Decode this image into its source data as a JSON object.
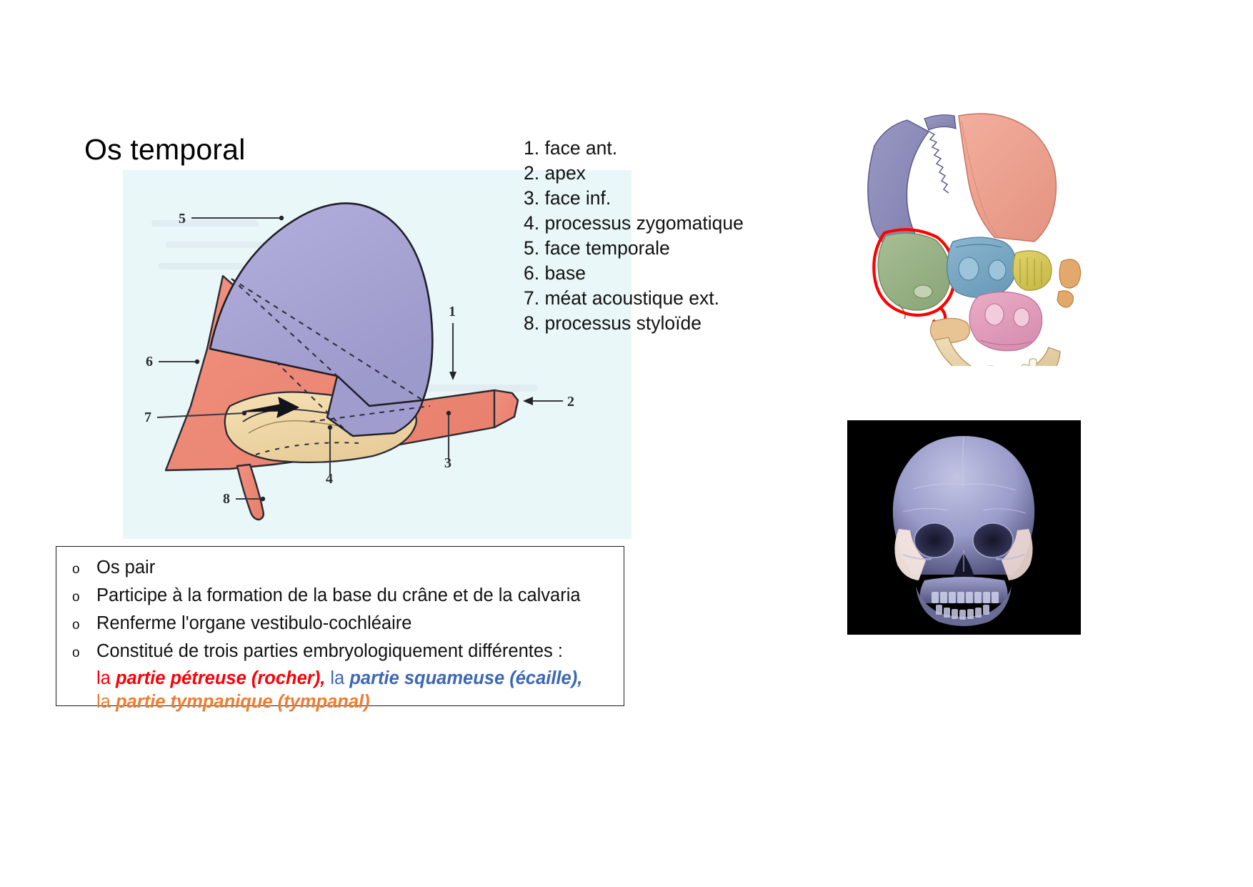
{
  "title": "Os temporal",
  "legend": {
    "items": [
      "1. face ant.",
      "2. apex",
      "3. face inf.",
      "4. processus zygomatique",
      "5. face temporale",
      "6. base",
      "7. méat acoustique ext.",
      "8. processus styloïde"
    ]
  },
  "figure": {
    "callout_numbers": [
      "1",
      "2",
      "3",
      "4",
      "5",
      "6",
      "7",
      "8"
    ],
    "background_color": "#e9f7f8",
    "squamous_color": "#a8a5d4",
    "petrous_color": "#ef8a78",
    "tympanic_color": "#f0d9a8"
  },
  "description": {
    "bullet_mark": "o",
    "bullets": [
      "Os pair",
      "Participe à la formation de la base du crâne et de la calvaria",
      "Renferme l'organe vestibulo-cochléaire",
      "Constitué de trois parties embryologiquement différentes :"
    ],
    "parts_line_1": {
      "lead_1": "la ",
      "term_1": "partie pétreuse (rocher),",
      "lead_2": " la ",
      "term_2": "partie squameuse (écaille),"
    },
    "parts_line_2": {
      "lead_1": "la ",
      "term_1": "partie tympanique (tympanal)"
    },
    "colors": {
      "petreuse": "#fb0007",
      "squameuse": "#3b67b5",
      "tympanique": "#ed7d31"
    }
  },
  "exploded_skull": {
    "highlight_outline_color": "#ff0000",
    "bone_colors": {
      "occipital": "#8e8cb8",
      "parietal": "#efa08f",
      "temporal": "#9cb488",
      "sphenoid": "#7aa9c4",
      "ethmoid": "#d6c75c",
      "maxilla": "#e3a0bd",
      "mandible": "#e8d2a8",
      "nasal": "#e0a86a"
    }
  },
  "ct_skull": {
    "background": "#000000",
    "bone_tint": "#9a9bc8",
    "temporal_highlight": "#f7e6e2"
  }
}
